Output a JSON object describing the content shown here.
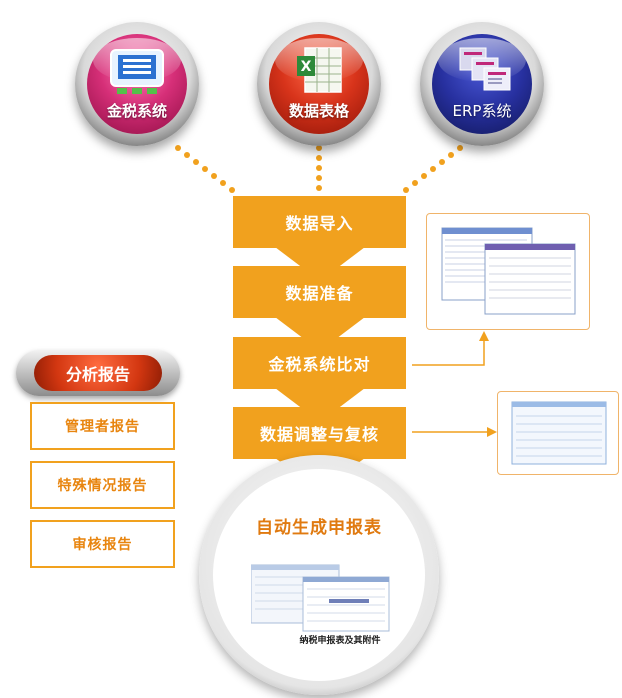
{
  "sources": [
    {
      "label": "金税系统",
      "icon": "tax-system-icon"
    },
    {
      "label": "数据表格",
      "icon": "spreadsheet-icon"
    },
    {
      "label": "ERP系统",
      "icon": "erp-stack-icon"
    }
  ],
  "flow_steps": [
    "数据导入",
    "数据准备",
    "金税系统比对",
    "数据调整与复核"
  ],
  "analysis": {
    "title": "分析报告",
    "reports": [
      "管理者报告",
      "特殊情况报告",
      "审核报告"
    ]
  },
  "output": {
    "title": "自动生成申报表",
    "caption": "纳税申报表及其附件"
  },
  "colors": {
    "accent_orange": "#f1a11e",
    "report_red": "#d33711",
    "dot_orange": "#f1a11e"
  }
}
